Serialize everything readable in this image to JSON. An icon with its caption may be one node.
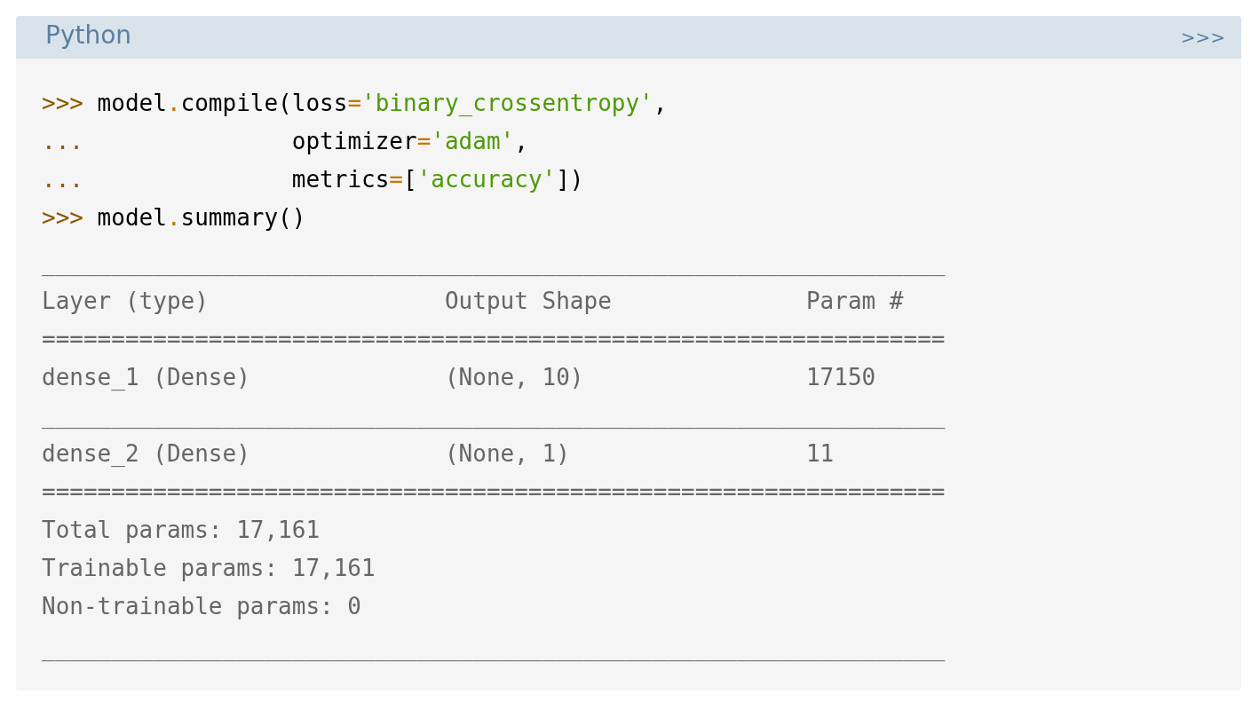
{
  "diagram": {
    "title": "Python",
    "labels": [
      ">>>",
      ">>> model.compile(loss='binary_crossentropy',",
      "...               optimizer='adam',",
      "...               metrics=['accuracy'])",
      ">>> model.summary()",
      "_________________________________________________________________",
      "Layer (type)                 Output Shape              Param #",
      "=================================================================",
      "dense_1 (Dense)              (None, 10)                17150",
      "_________________________________________________________________",
      "dense_2 (Dense)              (None, 1)                 11",
      "=================================================================",
      "Total params: 17,161",
      "Trainable params: 17,161",
      "Non-trainable params: 0",
      "_________________________________________________________________"
    ]
  }
}
